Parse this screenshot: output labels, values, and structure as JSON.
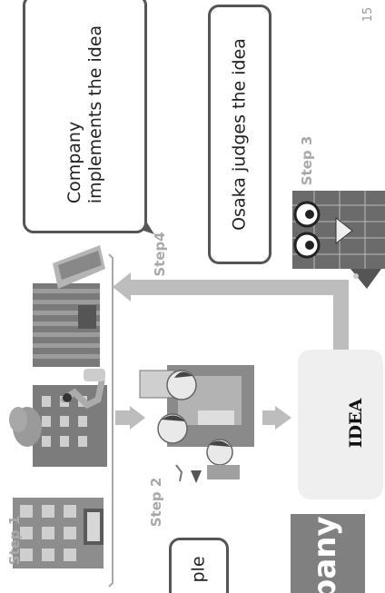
{
  "callouts": {
    "company": "Company\nimplements the idea",
    "osaka": "Osaka judges the idea",
    "people": "ple"
  },
  "steps": {
    "step1": "Step 1",
    "step2": "Step 2",
    "step3": "Step 3",
    "step4": "Step4"
  },
  "idea_label": "IDEA",
  "company_label": "pany",
  "page_number": "15"
}
